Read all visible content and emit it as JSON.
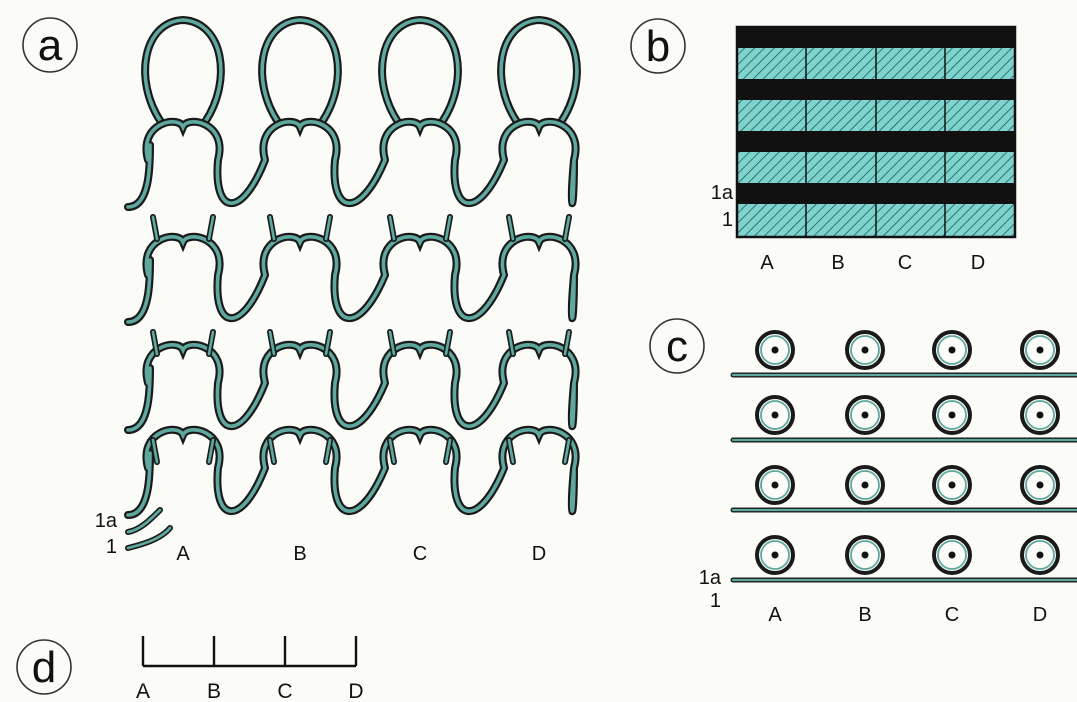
{
  "panels": {
    "a": {
      "letter": "a",
      "columns": [
        "A",
        "B",
        "C",
        "D"
      ],
      "rows": [
        "1a",
        "1"
      ]
    },
    "b": {
      "letter": "b",
      "columns": [
        "A",
        "B",
        "C",
        "D"
      ],
      "rows": [
        "1a",
        "1"
      ]
    },
    "c": {
      "letter": "c",
      "columns": [
        "A",
        "B",
        "C",
        "D"
      ],
      "rows": [
        "1a",
        "1"
      ]
    },
    "d": {
      "letter": "d",
      "columns": [
        "A",
        "B",
        "C",
        "D"
      ]
    }
  },
  "colors": {
    "yarn_outline": "#1a1a1a",
    "yarn_fill": "#5fa8a0",
    "hatch_fill": "#7fd3cf",
    "hatch_line": "#1f5c58",
    "band_dark": "#111111"
  }
}
